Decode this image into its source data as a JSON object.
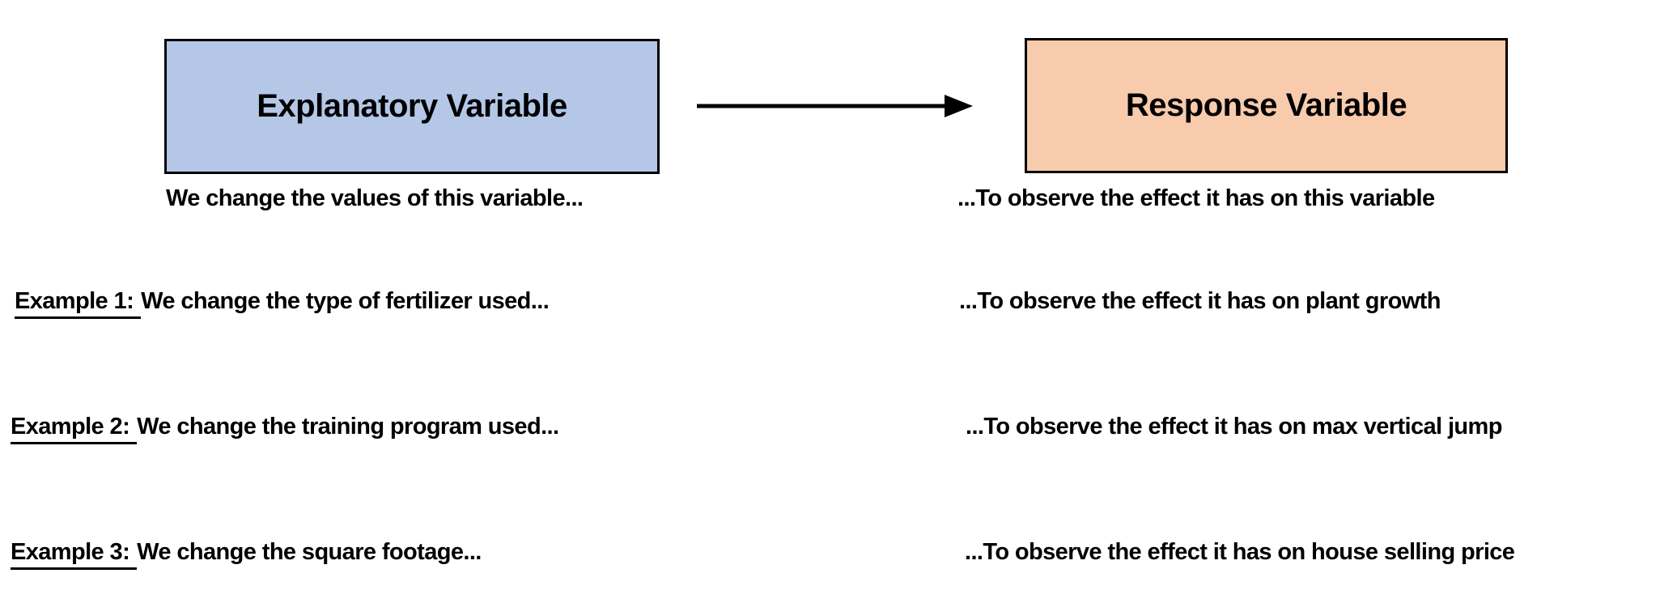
{
  "diagram": {
    "explanatory_box_label": "Explanatory Variable",
    "response_box_label": "Response Variable",
    "explanatory_caption": "We change the values of this variable...",
    "response_caption": "...To observe the effect it has on this variable"
  },
  "examples": [
    {
      "label": "Example 1:",
      "cause": "We change the type of fertilizer used...",
      "effect": "...To observe the effect it has on plant growth"
    },
    {
      "label": "Example 2:",
      "cause": "We change the training program used...",
      "effect": "...To observe the effect it has on max vertical jump"
    },
    {
      "label": "Example 3:",
      "cause": "We change the square footage...",
      "effect": "...To observe the effect it has on house selling price"
    }
  ],
  "colors": {
    "explanatory_fill": "#b4c7e7",
    "response_fill": "#f8cbad",
    "border": "#000000",
    "text": "#000000",
    "background": "#ffffff"
  }
}
